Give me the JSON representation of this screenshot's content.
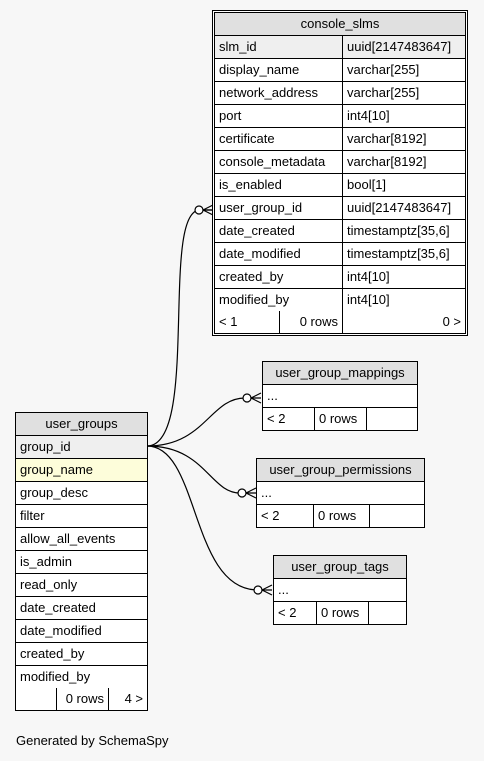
{
  "tables": {
    "console_slms": {
      "name": "console_slms",
      "columns": [
        {
          "name": "slm_id",
          "type": "uuid[2147483647]"
        },
        {
          "name": "display_name",
          "type": "varchar[255]"
        },
        {
          "name": "network_address",
          "type": "varchar[255]"
        },
        {
          "name": "port",
          "type": "int4[10]"
        },
        {
          "name": "certificate",
          "type": "varchar[8192]"
        },
        {
          "name": "console_metadata",
          "type": "varchar[8192]"
        },
        {
          "name": "is_enabled",
          "type": "bool[1]"
        },
        {
          "name": "user_group_id",
          "type": "uuid[2147483647]"
        },
        {
          "name": "date_created",
          "type": "timestamptz[35,6]"
        },
        {
          "name": "date_modified",
          "type": "timestamptz[35,6]"
        },
        {
          "name": "created_by",
          "type": "int4[10]"
        },
        {
          "name": "modified_by",
          "type": "int4[10]"
        }
      ],
      "footer": {
        "parents": "< 1",
        "rows": "0 rows",
        "children": "0 >"
      }
    },
    "user_group_mappings": {
      "name": "user_group_mappings",
      "ellipsis": "...",
      "footer": {
        "parents": "< 2",
        "rows": "0 rows",
        "children": ""
      }
    },
    "user_group_permissions": {
      "name": "user_group_permissions",
      "ellipsis": "...",
      "footer": {
        "parents": "< 2",
        "rows": "0 rows",
        "children": ""
      }
    },
    "user_group_tags": {
      "name": "user_group_tags",
      "ellipsis": "...",
      "footer": {
        "parents": "< 2",
        "rows": "0 rows",
        "children": ""
      }
    },
    "user_groups": {
      "name": "user_groups",
      "columns": [
        "group_id",
        "group_name",
        "group_desc",
        "filter",
        "allow_all_events",
        "is_admin",
        "read_only",
        "date_created",
        "date_modified",
        "created_by",
        "modified_by"
      ],
      "footer": {
        "parents": "",
        "rows": "0 rows",
        "children": "4 >"
      }
    }
  },
  "generated_by": "Generated by SchemaSpy"
}
